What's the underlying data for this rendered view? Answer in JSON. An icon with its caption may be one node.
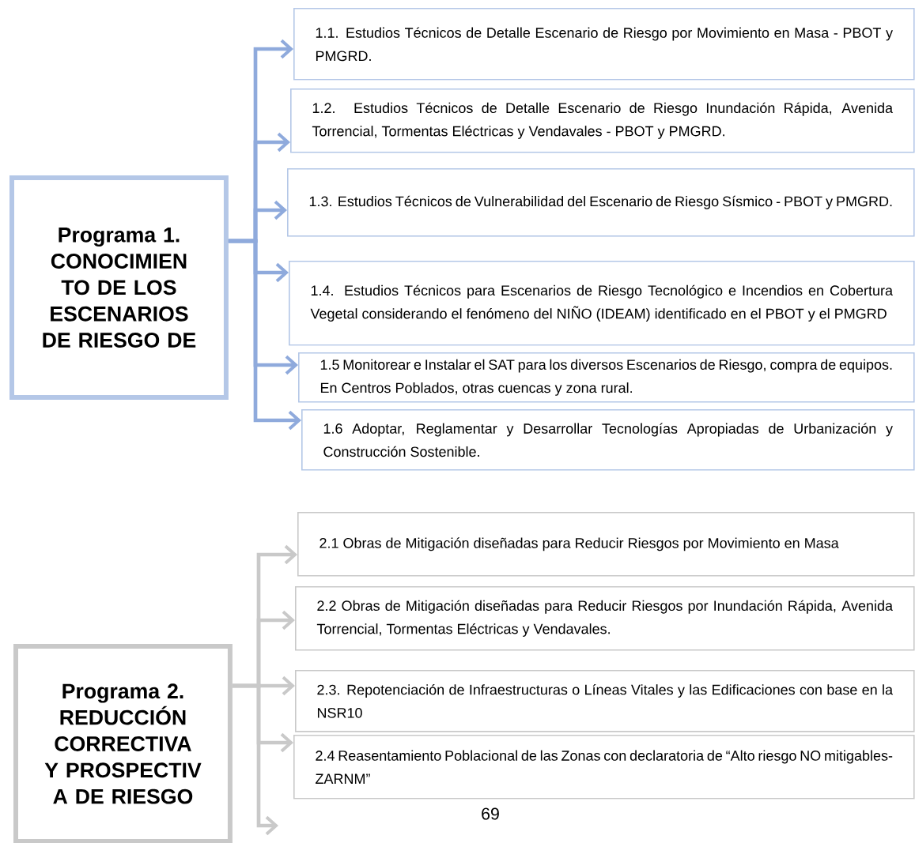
{
  "diagram": {
    "nodes": [
      {
        "text": [
          "Programa 1. CONOCIMIEN TO DE LOS ESCENARIOS DE RIESGO DE"
        ]
      },
      {
        "text": [
          "1.1. Estudios Técnicos de Detalle Escenario de Riesgo por Movimiento en Masa - PBOT y PMGRD."
        ]
      },
      {
        "text": [
          "1.2. Estudios Técnicos de Detalle Escenario de Riesgo Inundación Rápida, Avenida Torrencial, Tormentas Eléctricas y Vendavales - PBOT y PMGRD."
        ]
      },
      {
        "text": [
          "1.3. Estudios Técnicos de Vulnerabilidad del Escenario de Riesgo Sísmico - PBOT y PMGRD."
        ]
      },
      {
        "text": [
          "1.4. Estudios Técnicos para Escenarios de Riesgo Tecnológico e Incendios en Cobertura Vegetal considerando el fenómeno del NIÑO (IDEAM) identificado en el PBOT y el PMGRD"
        ]
      },
      {
        "text": [
          "1.5 Monitorear e Instalar el SAT para los diversos Escenarios de Riesgo, compra de equipos. En Centros Poblados, otras cuencas y zona rural."
        ]
      },
      {
        "text": [
          "1.6 Adoptar, Reglamentar y Desarrollar Tecnologías Apropiadas de Urbanización y Construcción Sostenible."
        ]
      },
      {
        "text": [
          "Programa 2. REDUCCIÓN CORRECTIVA Y PROSPECTIV A DE RIESGO"
        ]
      },
      {
        "text": [
          "2.1 Obras de Mitigación diseñadas para Reducir Riesgos por Movimiento en Masa"
        ]
      },
      {
        "text": [
          "2.2 Obras de Mitigación diseñadas para Reducir Riesgos por Inundación Rápida, Avenida Torrencial, Tormentas Eléctricas y Vendavales."
        ]
      },
      {
        "text": [
          "2.3. Repotenciación de Infraestructuras o Líneas Vitales y las Edificaciones con base en la NSR10"
        ]
      },
      {
        "text": [
          "2.4 Reasentamiento Poblacional de las Zonas con declaratoria de “Alto riesgo NO mitigables-ZARNM”"
        ]
      }
    ],
    "edges": [
      {
        "from": 0,
        "to": 1,
        "arrow": "to"
      },
      {
        "from": 0,
        "to": 2,
        "arrow": "to"
      },
      {
        "from": 0,
        "to": 3,
        "arrow": "to"
      },
      {
        "from": 0,
        "to": 4,
        "arrow": "to"
      },
      {
        "from": 0,
        "to": 5,
        "arrow": "to"
      },
      {
        "from": 0,
        "to": 6,
        "arrow": "to"
      },
      {
        "from": 7,
        "to": 8,
        "arrow": "to",
        "color": "#c9c9c9"
      },
      {
        "from": 7,
        "to": 9,
        "arrow": "to",
        "color": "#c9c9c9"
      },
      {
        "from": 7,
        "to": 10,
        "arrow": "to",
        "color": "#c9c9c9"
      },
      {
        "from": 7,
        "to": 11,
        "arrow": "to",
        "color": "#c9c9c9"
      },
      {
        "from": 7,
        "to": null,
        "arrow": "to",
        "color": "#c9c9c9"
      }
    ],
    "labels": [
      "69"
    ]
  }
}
